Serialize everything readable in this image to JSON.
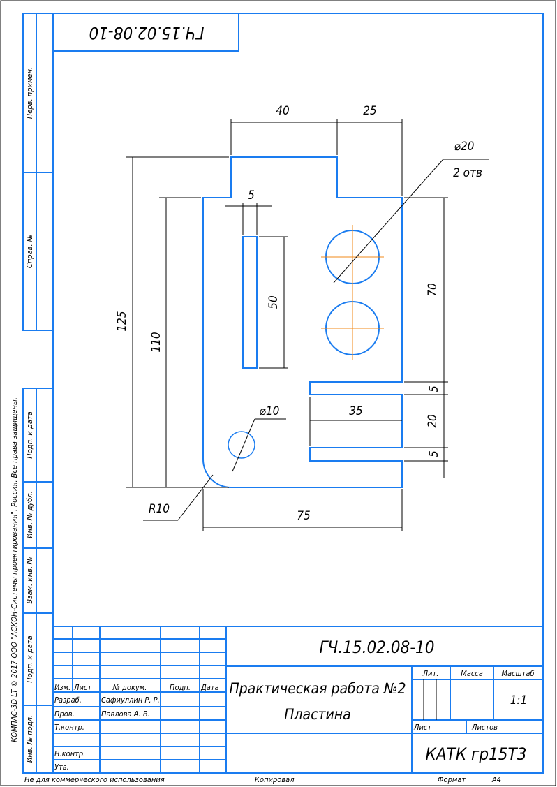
{
  "stamp_top": "ГЧ.15.02.08-10",
  "side_strip": {
    "perv_primen": "Перв. примен.",
    "sprav_no": "Справ. №",
    "podp_data_1": "Подп. и дата",
    "inv_dubl": "Инв. № дубл.",
    "vzam_inv": "Взам. инв. №",
    "podp_data_2": "Подп. и дата",
    "inv_podl": "Инв. № подл.",
    "copyright": "КОМПАС-3D LT © 2017 ООО \"АСКОН-Системы проектирования\", Россия. Все права защищены."
  },
  "dimensions": {
    "d40": "40",
    "d25": "25",
    "phi20": "⌀20",
    "holes": "2 отв",
    "d5_top": "5",
    "d50": "50",
    "d70": "70",
    "d125": "125",
    "d110": "110",
    "phi10": "⌀10",
    "d35": "35",
    "d5_a": "5",
    "d20": "20",
    "d5_b": "5",
    "r10": "R10",
    "d75": "75"
  },
  "title_block": {
    "designation": "ГЧ.15.02.08-10",
    "headers": {
      "izm": "Изм.",
      "list": "Лист",
      "doc": "№ докум.",
      "podp": "Подп.",
      "data": "Дата"
    },
    "roles": {
      "razrab": "Разраб.",
      "prov": "Пров.",
      "tkontr": "Т.контр.",
      "nkontr": "Н.контр.",
      "utv": "Утв."
    },
    "developer": "Сафиуллин Р. Р.",
    "checker": "Павлова А. В.",
    "work_title": "Практическая работа №2",
    "part_name": "Пластина",
    "lit": "Лит.",
    "massa": "Масса",
    "masshtab": "Масштаб",
    "scale": "1:1",
    "sheet": "Лист",
    "sheets": "Листов",
    "organization": "КАТК гр15Т3"
  },
  "footer": {
    "noncommercial": "Не для коммерческого использования",
    "copied": "Копировал",
    "format_label": "Формат",
    "format": "A4"
  }
}
